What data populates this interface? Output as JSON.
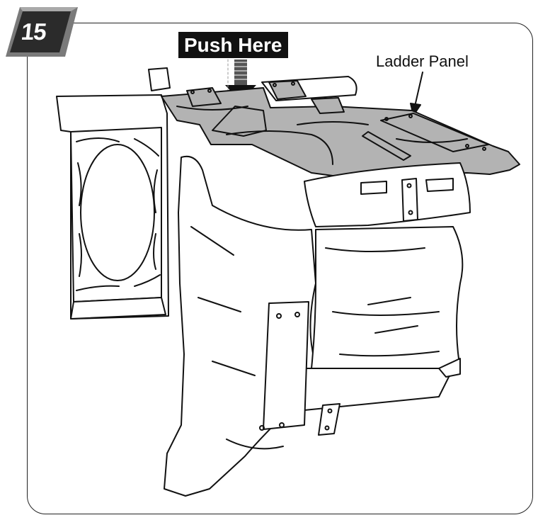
{
  "step": {
    "number": "15"
  },
  "labels": {
    "push": "Push Here",
    "ladder_panel": "Ladder Panel"
  },
  "colors": {
    "outline": "#111111",
    "panel_fill": "#b3b3b3",
    "badge_dark": "#2b2b2b",
    "badge_light": "#7a7a7a"
  }
}
